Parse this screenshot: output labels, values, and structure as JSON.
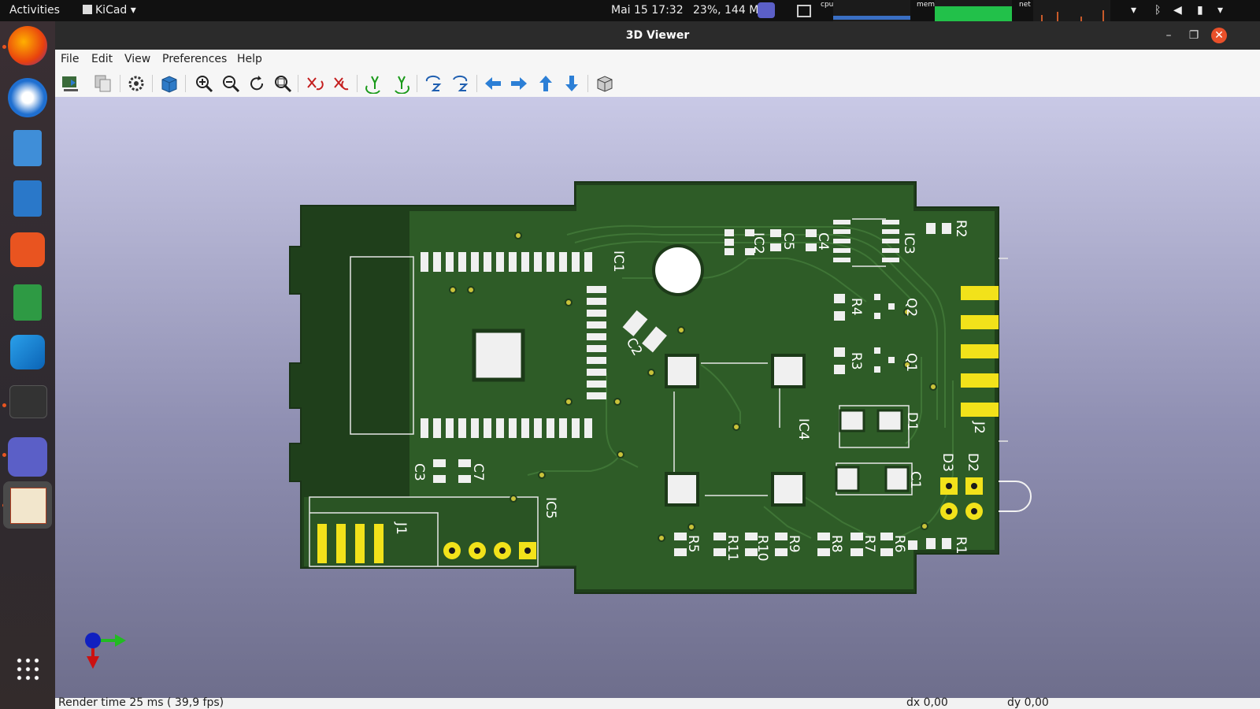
{
  "topbar": {
    "activities": "Activities",
    "app_name": "KiCad",
    "datetime": "Mai 15  17:32",
    "net_speed": "23%, 144 Mb/s",
    "cpu_label": "cpu",
    "mem_label": "mem",
    "net_label": "net"
  },
  "window": {
    "title": "3D Viewer"
  },
  "menu": {
    "file": "File",
    "edit": "Edit",
    "view": "View",
    "preferences": "Preferences",
    "help": "Help"
  },
  "pcb": {
    "labels": [
      "IC1",
      "IC2",
      "IC3",
      "IC4",
      "IC5",
      "C1",
      "C2",
      "C3",
      "C4",
      "C5",
      "C7",
      "R1",
      "R2",
      "R3",
      "R4",
      "R5",
      "R6",
      "R7",
      "R8",
      "R9",
      "R10",
      "R11",
      "Q1",
      "Q2",
      "D1",
      "D2",
      "D3",
      "J1",
      "J2"
    ]
  },
  "status": {
    "render": "Render time 25 ms ( 39,9 fps)",
    "dx": "dx 0,00",
    "dy": "dy 0,00"
  },
  "colors": {
    "board_green": "#2d5a26",
    "board_edge": "#1f3f1b",
    "pad_silver": "#eeeeee",
    "gold": "#f2e21a",
    "viewport_top": "#c9c9e6",
    "viewport_bottom": "#6e6e8c"
  }
}
